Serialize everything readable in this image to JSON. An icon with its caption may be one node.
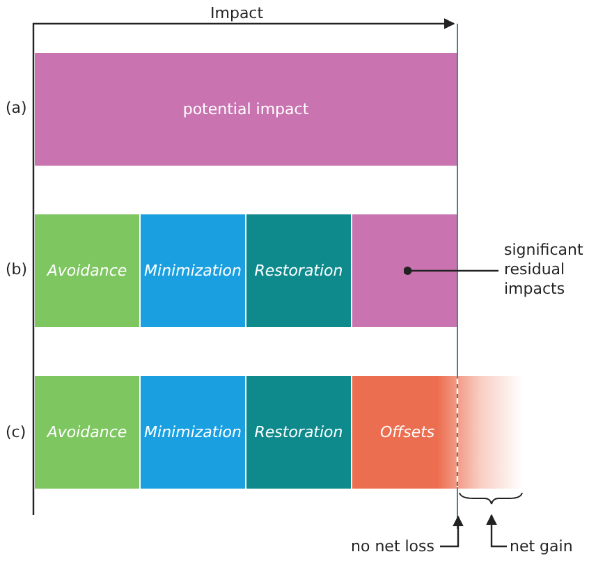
{
  "diagram": {
    "nodes": [
      {
        "text": [
          "potential impact"
        ]
      },
      {
        "text": [
          "Avoidance"
        ]
      },
      {
        "text": [
          "Minimization"
        ]
      },
      {
        "text": [
          "Restoration"
        ]
      },
      {
        "text": [],
        "shape": "bar"
      },
      {
        "text": [
          "significant residual impacts"
        ]
      },
      {
        "text": [
          "Avoidance"
        ]
      },
      {
        "text": [
          "Minimization"
        ]
      },
      {
        "text": [
          "Restoration"
        ]
      },
      {
        "text": [
          "Offsets"
        ]
      },
      {
        "text": [
          "no net loss"
        ]
      },
      {
        "text": [
          "net gain"
        ]
      }
    ],
    "edges": [
      {
        "from": 5,
        "to": 4,
        "arrow": "other"
      },
      {
        "from": 10,
        "to": null,
        "arrow": "to"
      },
      {
        "from": 11,
        "to": null,
        "arrow": "to"
      }
    ],
    "labels": [
      "Impact",
      "(a)",
      "(b)",
      "(c)"
    ]
  }
}
